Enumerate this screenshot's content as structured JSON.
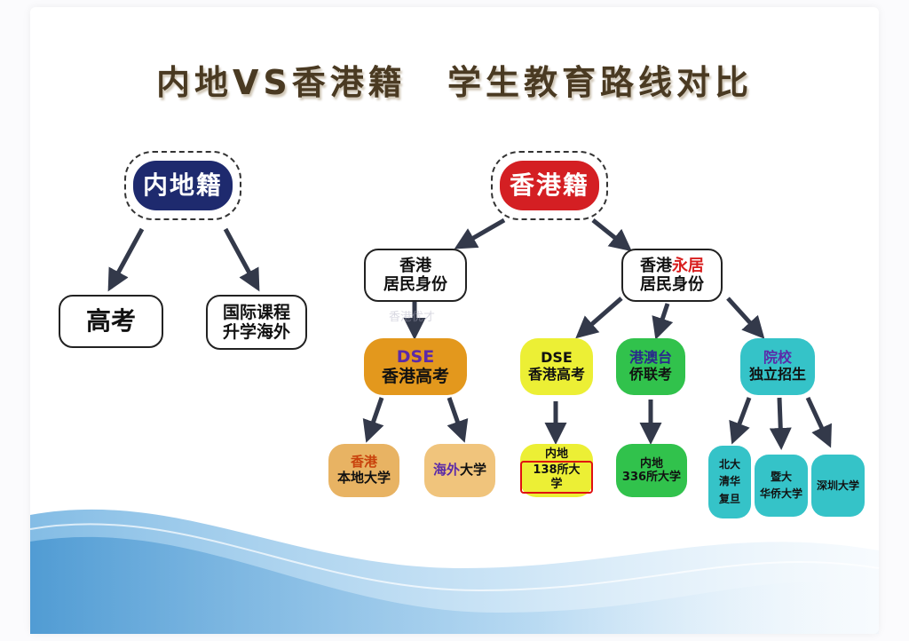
{
  "title": "内地VS香港籍   学生教育路线对比",
  "watermark": "香港优才",
  "colors": {
    "mainland_root": "#1e2a6e",
    "hk_root": "#d41f23",
    "dse_main": "#e3981d",
    "green": "#31c24c",
    "teal": "#35c3c8",
    "yellow": "#ecef35",
    "tan": "#e8b363"
  },
  "mainland": {
    "root": "内地籍",
    "gaokao": "高考",
    "intl_line1": "国际课程",
    "intl_line2": "升学海外"
  },
  "hk": {
    "root": "香港籍",
    "resident_line1": "香港",
    "resident_line2": "居民身份",
    "perm_line1_a": "香港",
    "perm_line1_b": "永居",
    "perm_line2": "居民身份",
    "dse1_top": "DSE",
    "dse1_bottom": "香港高考",
    "local_top": "香港",
    "local_bottom": "本地大学",
    "overseas_a": "海外",
    "overseas_b": "大学",
    "dse2_top": "DSE",
    "dse2_bottom": "香港高考",
    "mainland138_top": "内地",
    "mainland138_bottom": "138所大学",
    "gatq_top": "港澳台",
    "gatq_bottom": "侨联考",
    "mainland336_top": "内地",
    "mainland336_bottom": "336所大学",
    "indep_top": "院校",
    "indep_bottom": "独立招生",
    "pku_1": "北大",
    "pku_2": "清华",
    "pku_3": "复旦",
    "jinan_1": "暨大",
    "jinan_2": "华侨大学",
    "shenzhen": "深圳大学"
  }
}
